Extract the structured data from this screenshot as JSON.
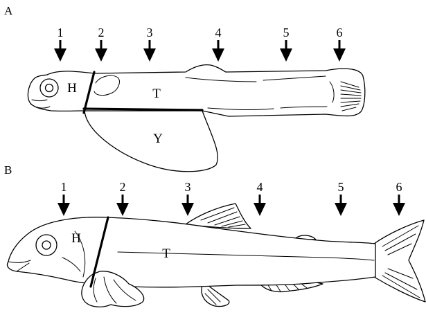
{
  "panels": [
    {
      "id": "A",
      "label": "A",
      "arrows": [
        "1",
        "2",
        "3",
        "4",
        "5",
        "6"
      ],
      "regions": [
        "H",
        "T",
        "Y"
      ]
    },
    {
      "id": "B",
      "label": "B",
      "arrows": [
        "1",
        "2",
        "3",
        "4",
        "5",
        "6"
      ],
      "regions": [
        "H",
        "T"
      ]
    }
  ],
  "colors": {
    "ink": "#000000",
    "background": "#ffffff"
  }
}
